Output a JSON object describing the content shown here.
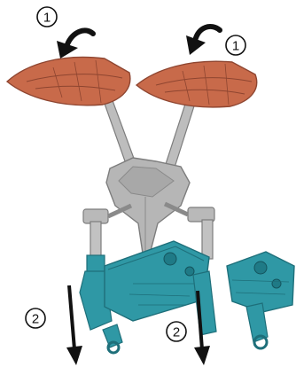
{
  "steps": [
    {
      "number": "1",
      "action": "rotate"
    },
    {
      "number": "1",
      "action": "rotate"
    },
    {
      "number": "2",
      "action": "move-down"
    },
    {
      "number": "2",
      "action": "move-down"
    }
  ],
  "colors": {
    "orange_part": "#c86a4a",
    "orange_dark": "#8e4530",
    "gray_part": "#b9b9b9",
    "gray_dark": "#7d7d7d",
    "teal_part": "#2f98a5",
    "teal_dark": "#1e6f7a",
    "arrow": "#111111"
  }
}
